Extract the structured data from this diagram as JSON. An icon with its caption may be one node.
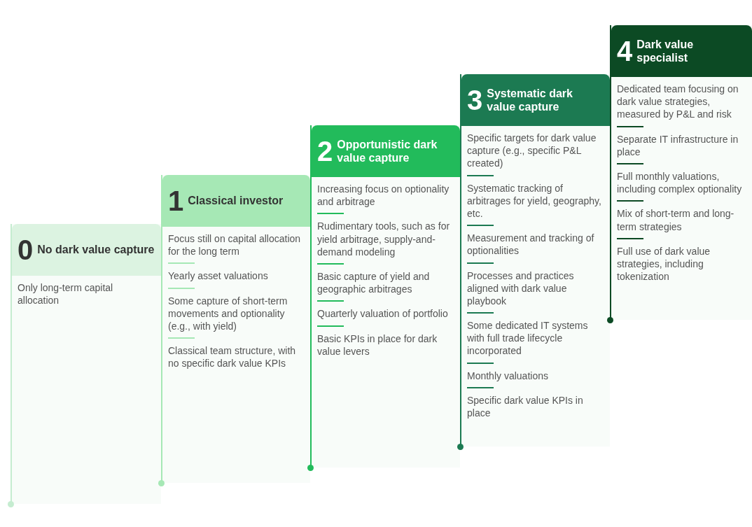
{
  "diagram": {
    "nodes": [
      {
        "text": [
          "0",
          "No dark value capture",
          "Only long-term capital allocation"
        ]
      },
      {
        "text": [
          "1",
          "Classical investor",
          "Focus still on capital allocation for the long term",
          "Yearly asset valuations",
          "Some capture of short-term movements and optionality (e.g., with yield)",
          "Classical team structure, with no specific dark value KPIs"
        ]
      },
      {
        "text": [
          "2",
          "Opportunistic dark value capture",
          "Increasing focus on optionality and arbitrage",
          "Rudimentary tools, such as for yield arbitrage, supply-and-demand modeling",
          "Basic capture of yield and geographic arbitrages",
          "Quarterly valuation of portfolio",
          "Basic KPIs in place for dark value levers"
        ]
      },
      {
        "text": [
          "3",
          "Systematic dark value capture",
          "Specific targets for dark value capture (e.g., specific P&L created)",
          "Systematic tracking of arbitrages for yield, geography, etc.",
          "Measurement and tracking of optionalities",
          "Processes and practices aligned with dark value playbook",
          "Some dedicated IT systems with full trade lifecycle incorporated",
          "Monthly valuations",
          "Specific dark value KPIs in place"
        ]
      },
      {
        "text": [
          "4",
          "Dark value specialist",
          "Dedicated team focusing on dark value strategies, measured by P&L and risk",
          "Separate IT infrastructure in place",
          "Full monthly valuations, including complex optionality",
          "Mix of short-term and long-term strategies",
          "Full use of dark value strategies, including tokenization"
        ]
      }
    ]
  }
}
